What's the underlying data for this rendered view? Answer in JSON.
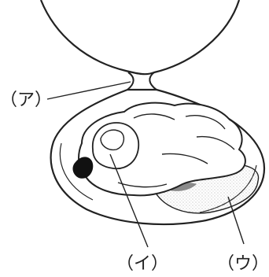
{
  "labels": {
    "a": "（ア）",
    "i": "（イ）",
    "u": "（ウ）"
  },
  "colors": {
    "stroke": "#222222",
    "fill": "#ffffff",
    "stipple": "#9a9a9a",
    "shadow": "#8a8a8a",
    "dark": "#111111"
  }
}
